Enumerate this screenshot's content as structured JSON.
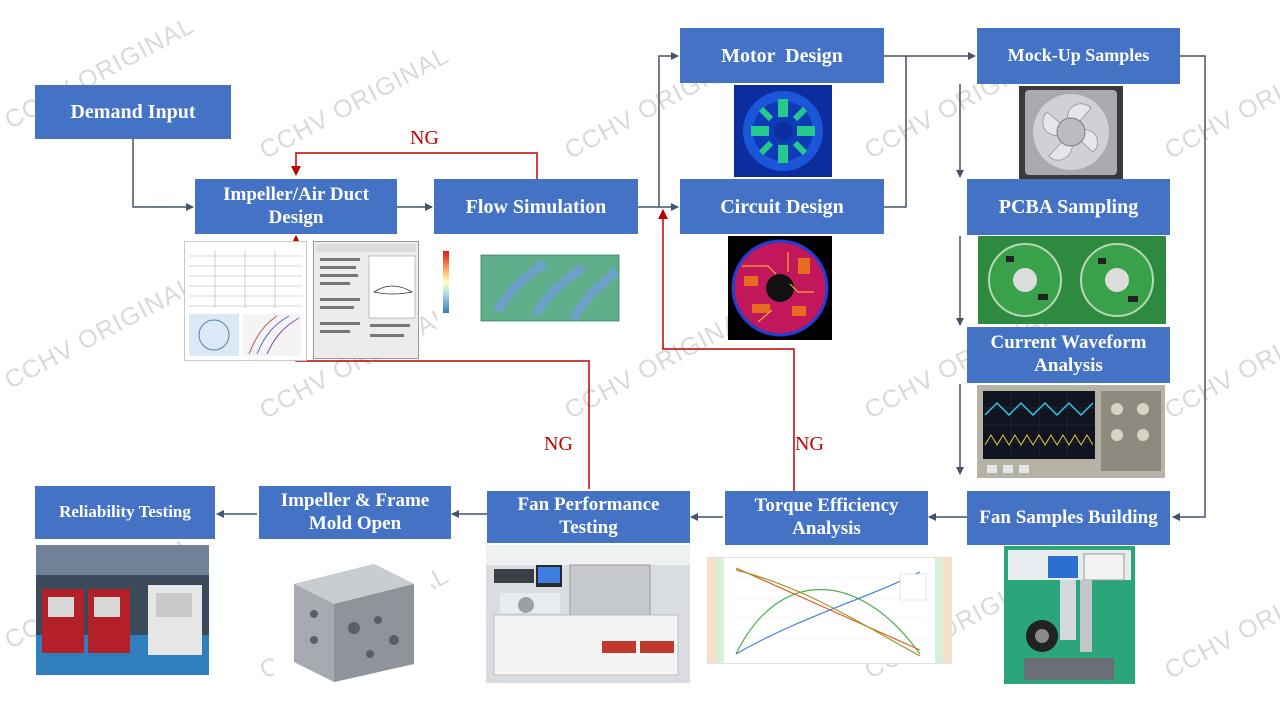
{
  "watermark": "CCHV ORIGINAL",
  "nodes": {
    "demand_input": "Demand Input",
    "impeller_duct_design": "Impeller/Air Duct Design",
    "flow_simulation": "Flow Simulation",
    "motor_design": "Motor  Design",
    "circuit_design": "Circuit Design",
    "mockup_samples": "Mock-Up Samples",
    "pcba_sampling": "PCBA Sampling",
    "current_waveform_analysis": "Current Waveform Analysis",
    "fan_samples_building": "Fan Samples Building",
    "torque_efficiency_analysis": "Torque Efficiency Analysis",
    "fan_performance_testing": "Fan Performance Testing",
    "impeller_frame_mold_open": "Impeller & Frame Mold Open",
    "reliability_testing": "Reliability Testing"
  },
  "ng_labels": {
    "top": "NG",
    "left": "NG",
    "right": "NG"
  },
  "colors": {
    "box": "#4472c4",
    "flow_arrow": "#44546a",
    "ng_arrow": "#c00000"
  }
}
